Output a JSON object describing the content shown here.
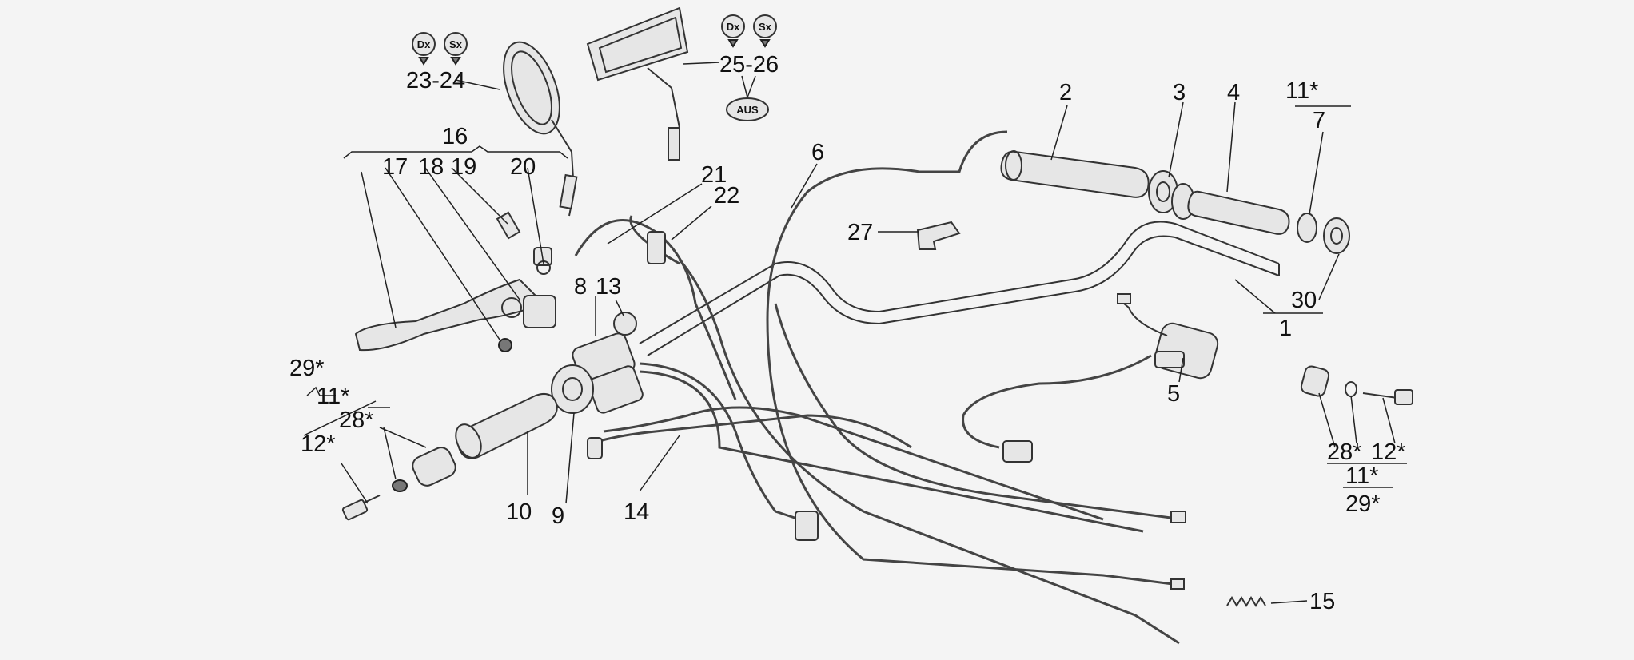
{
  "labels": {
    "p1": "1",
    "p2": "2",
    "p3": "3",
    "p4": "4",
    "p5": "5",
    "p6": "6",
    "p7": "7",
    "p8": "8",
    "p9": "9",
    "p10": "10",
    "p11_right_top": "11*",
    "p11_left": "11*",
    "p11_right_bottom": "11*",
    "p12_left": "12*",
    "p12_right": "12*",
    "p13": "13",
    "p14": "14",
    "p15": "15",
    "p16": "16",
    "p17": "17",
    "p18": "18",
    "p19": "19",
    "p20": "20",
    "p21": "21",
    "p22": "22",
    "p23_24": "23-24",
    "p25_26": "25-26",
    "p27": "27",
    "p28_left": "28*",
    "p28_right": "28*",
    "p29_left": "29*",
    "p29_right": "29*",
    "p30": "30"
  },
  "badges": {
    "dx_a": "Dx",
    "sx_a": "Sx",
    "dx_b": "Dx",
    "sx_b": "Sx",
    "aus": "AUS"
  }
}
